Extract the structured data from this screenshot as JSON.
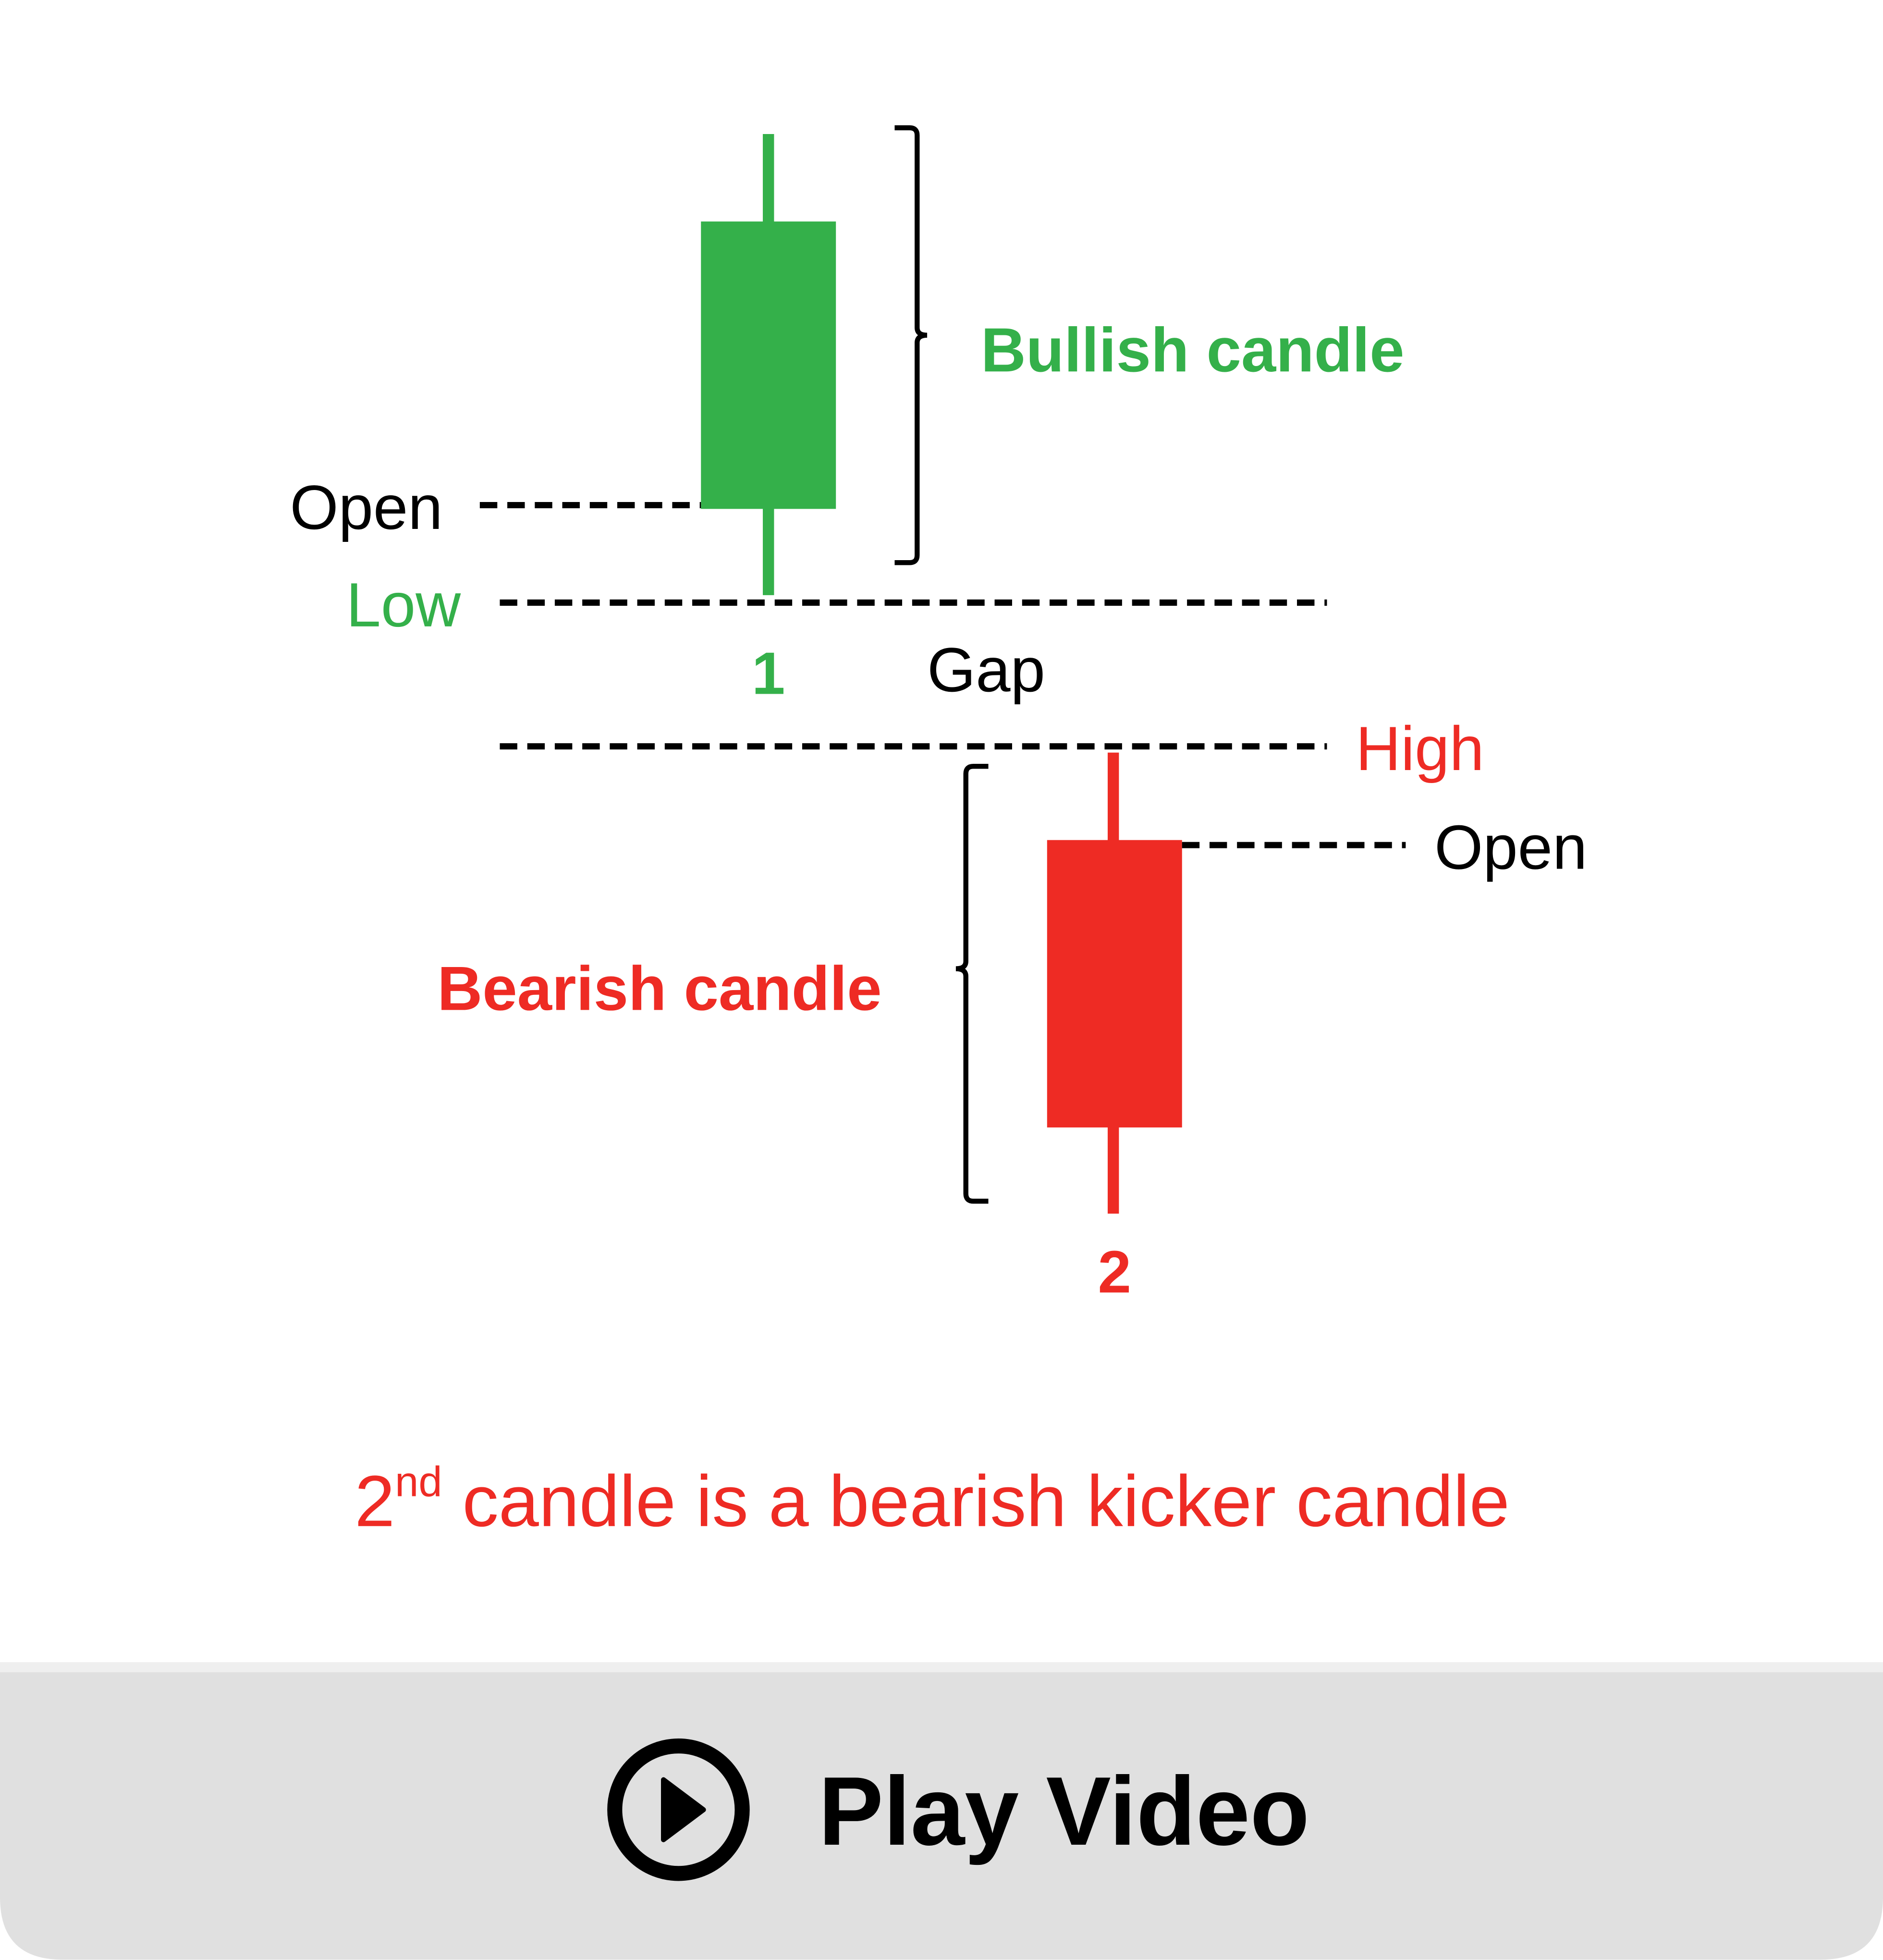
{
  "colors": {
    "bullish": "#34b04a",
    "bearish": "#ee2b24",
    "text": "#000000",
    "footer_bg": "#e0e0e0",
    "footer_strip": "#efefef"
  },
  "candle1": {
    "number": "1",
    "label": "Bullish candle",
    "open_label": "Open",
    "low_label": "Low"
  },
  "gap_label": "Gap",
  "candle2": {
    "number": "2",
    "label": "Bearish candle",
    "open_label": "Open",
    "high_label": "High"
  },
  "caption": {
    "prefix": "2",
    "superscript": "nd",
    "rest": " candle is a bearish kicker candle"
  },
  "footer": {
    "play_label": "Play Video",
    "icon": "play-circle-icon"
  }
}
